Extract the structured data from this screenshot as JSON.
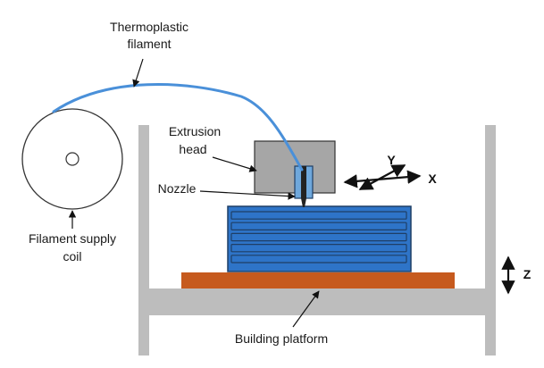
{
  "labels": {
    "filament_line1": "Thermoplastic",
    "filament_line2": "filament",
    "extrusion_line1": "Extrusion",
    "extrusion_line2": "head",
    "nozzle": "Nozzle",
    "supply_line1": "Filament supply",
    "supply_line2": "coil",
    "platform": "Building platform"
  },
  "axes": {
    "x": "X",
    "y": "Y",
    "z": "Z"
  },
  "colors": {
    "filament": "#4a90d9",
    "part": "#2e74c8",
    "part_outline": "#1f3f66",
    "platform": "#c65a1e",
    "frame": "#bdbdbd",
    "head": "#a6a6a6",
    "nozzle": "#6fa8dc"
  },
  "part_layers": 5
}
